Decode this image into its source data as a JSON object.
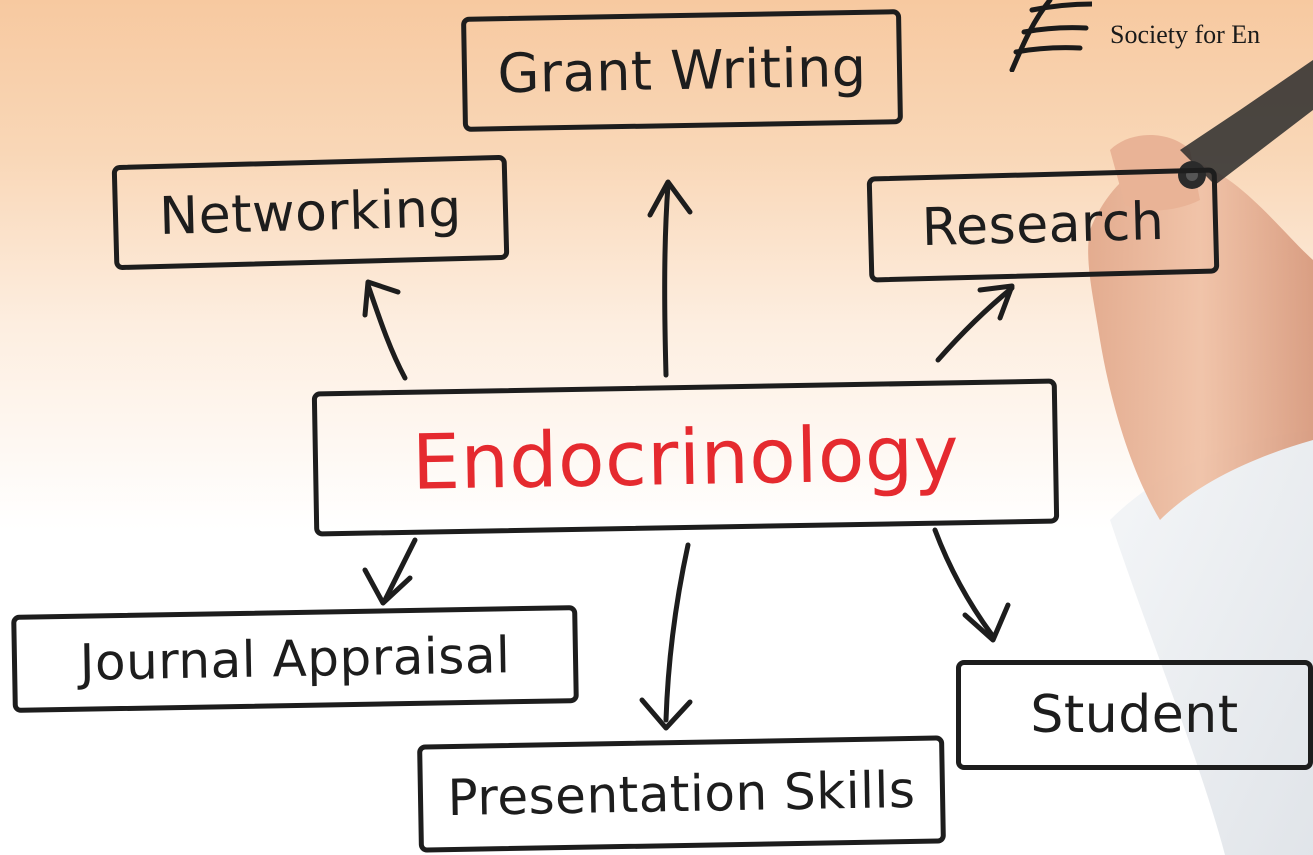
{
  "logo": {
    "text": "Society for En"
  },
  "nodes": {
    "center": "Endocrinology",
    "grant_writing": "Grant Writing",
    "networking": "Networking",
    "research": "Research",
    "journal_appraisal": "Journal Appraisal",
    "presentation_skills": "Presentation Skills",
    "student": "Student"
  },
  "colors": {
    "center_text": "#e52a2f",
    "ink": "#1d1d1d",
    "background_top": "#f7c9a0",
    "background_bottom": "#ffffff"
  }
}
